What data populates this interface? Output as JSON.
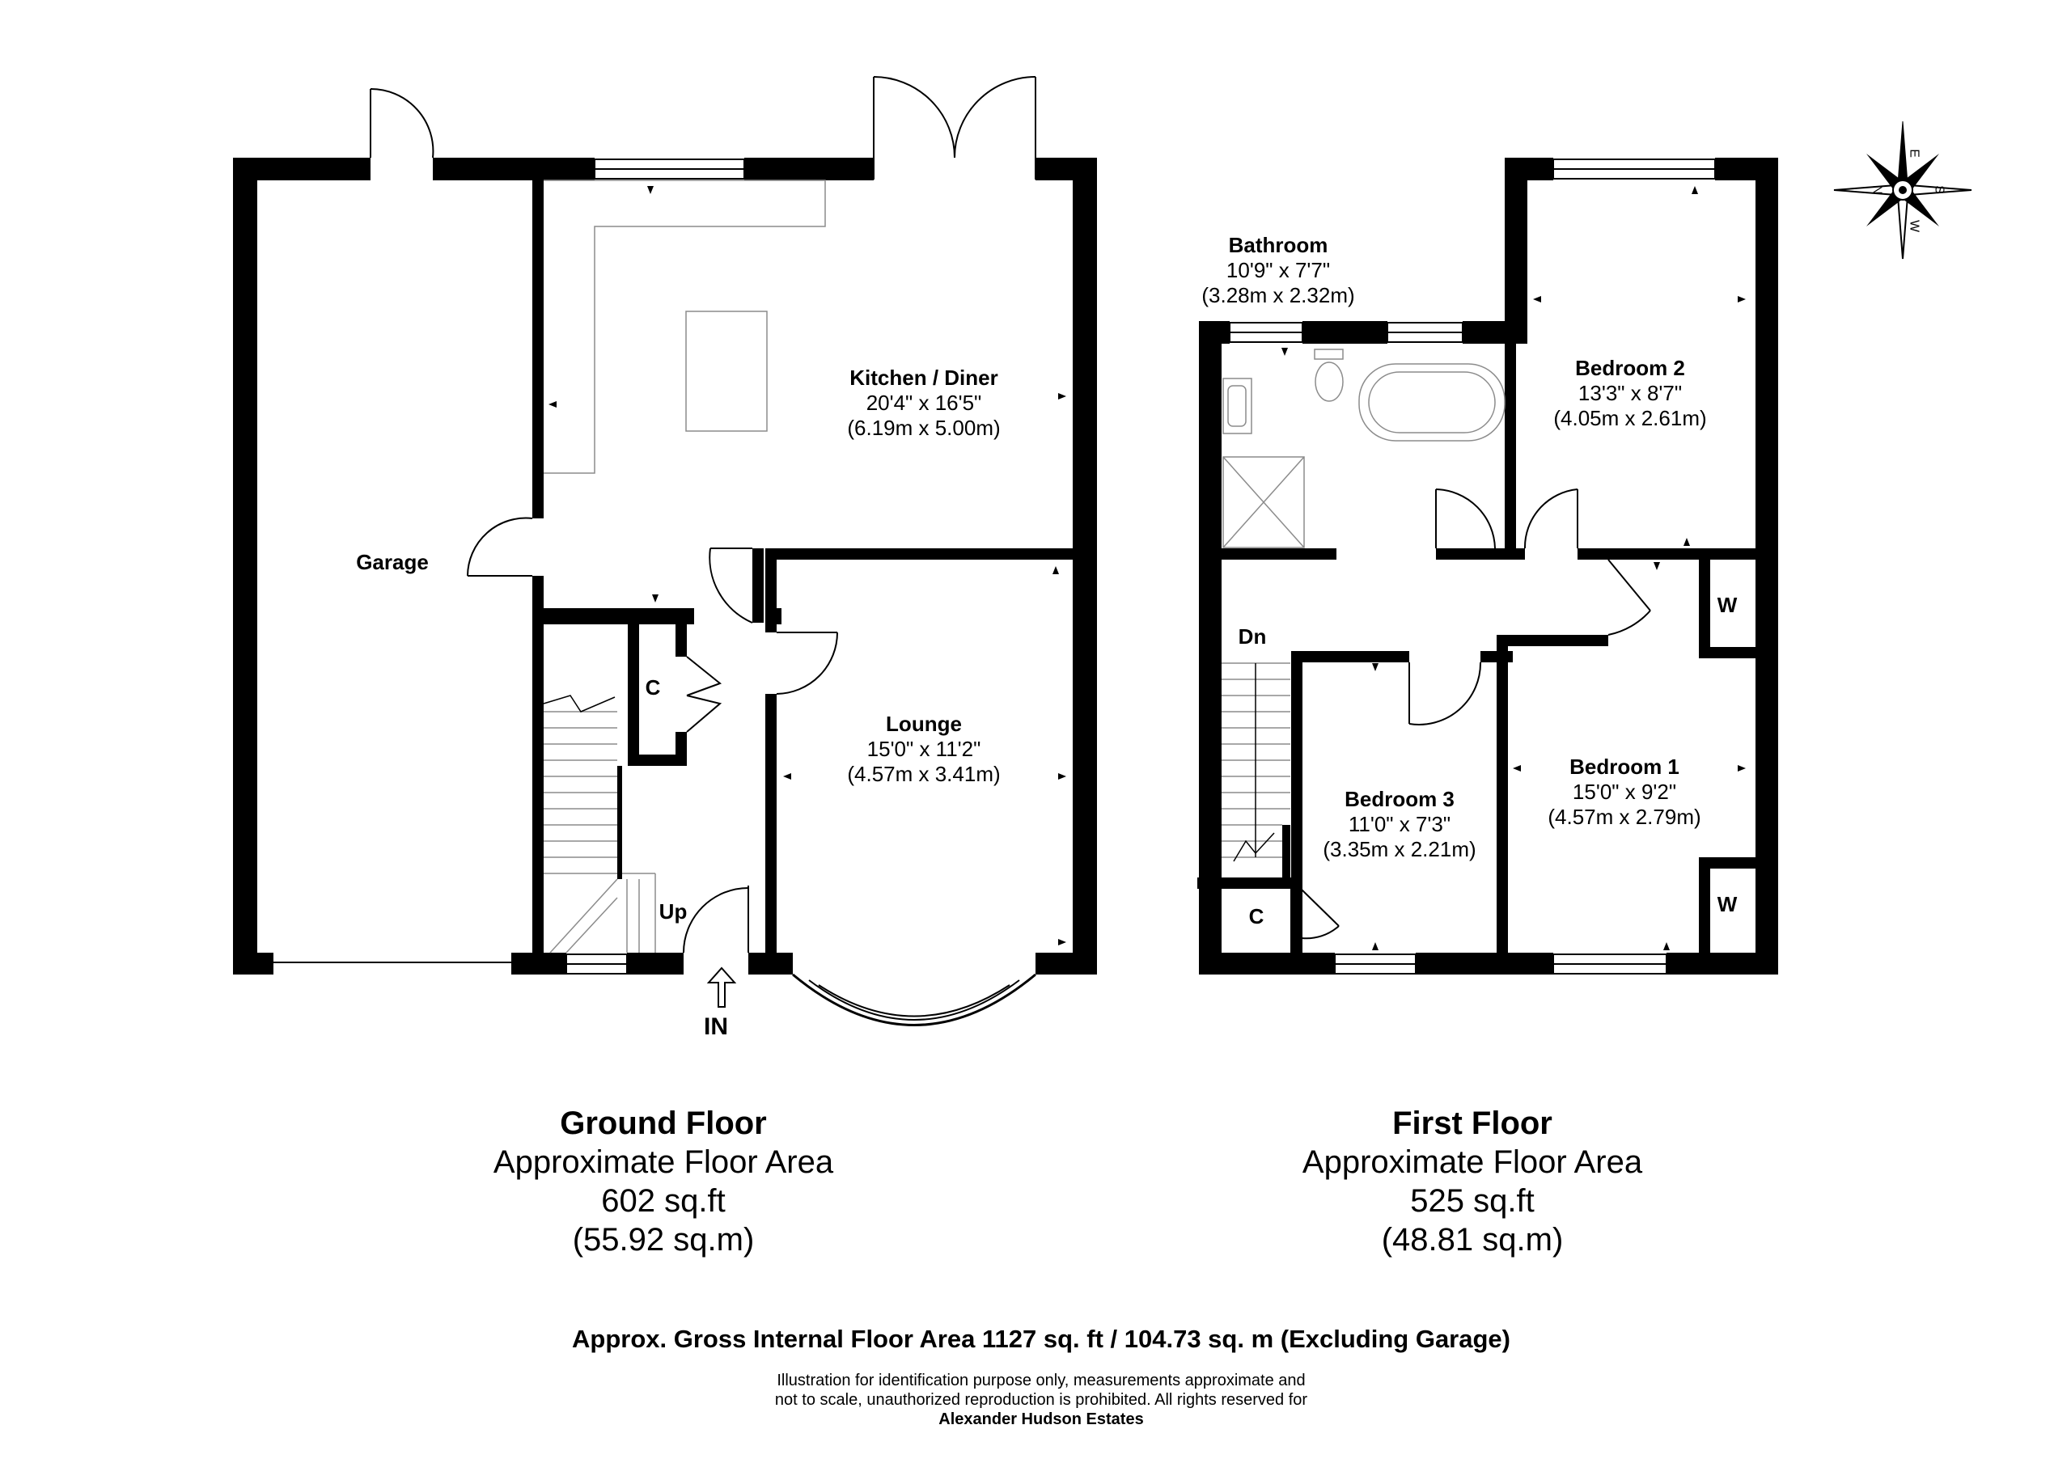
{
  "ground_floor": {
    "rooms": {
      "kitchen": {
        "name": "Kitchen / Diner",
        "dim_imperial": "20'4\" x 16'5\"",
        "dim_metric": "(6.19m x 5.00m)"
      },
      "lounge": {
        "name": "Lounge",
        "dim_imperial": "15'0\" x 11'2\"",
        "dim_metric": "(4.57m x 3.41m)"
      },
      "garage": {
        "name": "Garage"
      }
    },
    "marks": {
      "cupboard": "C",
      "up": "Up",
      "entrance": "IN"
    },
    "summary": {
      "title": "Ground Floor",
      "label": "Approximate Floor Area",
      "area_sqft": "602 sq.ft",
      "area_sqm": "(55.92 sq.m)"
    }
  },
  "first_floor": {
    "rooms": {
      "bathroom": {
        "name": "Bathroom",
        "dim_imperial": "10'9\" x 7'7\"",
        "dim_metric": "(3.28m x 2.32m)"
      },
      "bedroom2": {
        "name": "Bedroom 2",
        "dim_imperial": "13'3\" x 8'7\"",
        "dim_metric": "(4.05m x 2.61m)"
      },
      "bedroom1": {
        "name": "Bedroom 1",
        "dim_imperial": "15'0\" x 9'2\"",
        "dim_metric": "(4.57m x 2.79m)"
      },
      "bedroom3": {
        "name": "Bedroom 3",
        "dim_imperial": "11'0\" x 7'3\"",
        "dim_metric": "(3.35m x 2.21m)"
      }
    },
    "marks": {
      "down": "Dn",
      "cupboard": "C",
      "wardrobe_1": "W",
      "wardrobe_2": "W"
    },
    "summary": {
      "title": "First Floor",
      "label": "Approximate Floor Area",
      "area_sqft": "525 sq.ft",
      "area_sqm": "(48.81 sq.m)"
    }
  },
  "compass": {
    "north": "N",
    "south": "S",
    "east": "E",
    "west": "W"
  },
  "footer": {
    "gross": "Approx. Gross Internal Floor Area 1127 sq. ft / 104.73 sq. m (Excluding Garage)",
    "disclaimer_1": "Illustration for identification purpose only, measurements approximate and",
    "disclaimer_2": "not to scale, unauthorized reproduction is prohibited. All rights reserved for",
    "company": "Alexander Hudson Estates"
  },
  "colors": {
    "wall": "#000000",
    "fixture": "#8c8c8c",
    "background": "#ffffff"
  }
}
